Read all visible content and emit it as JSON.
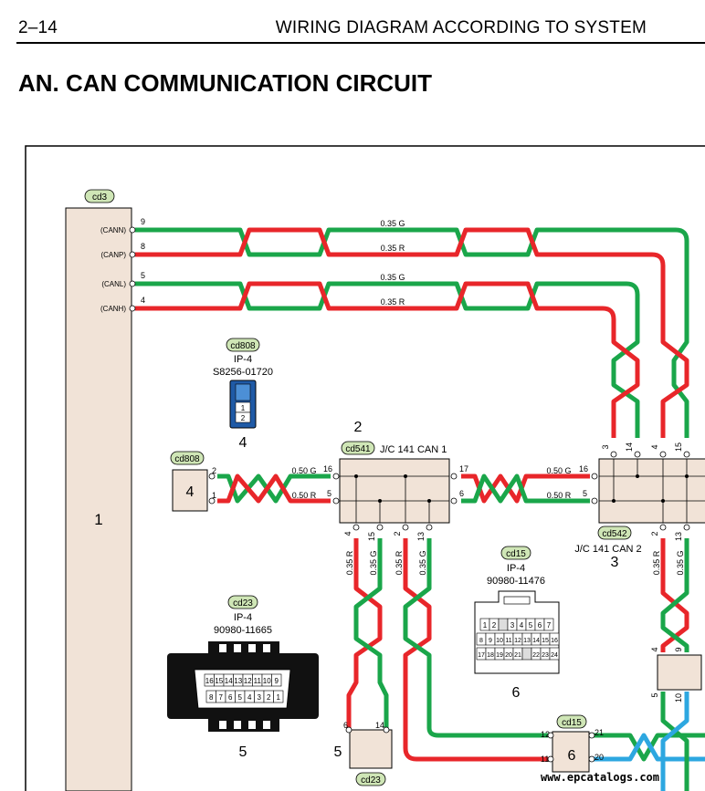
{
  "header": {
    "page_number": "2–14",
    "running_title": "WIRING DIAGRAM ACCORDING TO SYSTEM",
    "section_title": "AN. CAN COMMUNICATION CIRCUIT"
  },
  "colors": {
    "green": "#1aa64a",
    "red": "#e8262a",
    "blue": "#2da7e0",
    "box_fill": "#f1e3d7",
    "tag_fill": "#cfe6b6"
  },
  "components": {
    "c1": {
      "tag": "cd3",
      "number": "1",
      "pins": [
        {
          "name": "(CANN)",
          "pin": "9"
        },
        {
          "name": "(CANP)",
          "pin": "8"
        },
        {
          "name": "(CANL)",
          "pin": "5"
        },
        {
          "name": "(CANH)",
          "pin": "4"
        }
      ]
    },
    "c808": {
      "tag": "cd808",
      "loc": "IP-4",
      "part": "S8256-01720",
      "number": "4",
      "cells": [
        "1",
        "2"
      ]
    },
    "c4": {
      "tag": "cd808",
      "number": "4",
      "pin_top": "2",
      "pin_bottom": "1"
    },
    "c2": {
      "number": "2",
      "tag": "cd541",
      "name": "J/C 141 CAN 1",
      "pins_left": [
        "16",
        "5"
      ],
      "pins_right": [
        "17",
        "6"
      ],
      "pins_bottom": [
        "4",
        "15",
        "2",
        "13"
      ]
    },
    "c3": {
      "tag": "cd542",
      "name": "J/C 141 CAN 2",
      "number": "3",
      "pins_left": [
        "16",
        "5"
      ],
      "pins_top": [
        "3",
        "14",
        "4",
        "15"
      ],
      "pins_bottom": [
        "2",
        "13"
      ]
    },
    "c15": {
      "tag": "cd15",
      "loc": "IP-4",
      "part": "90980-11476",
      "number": "6",
      "row1": [
        "1",
        "2",
        "",
        "3",
        "4",
        "5",
        "6",
        "7"
      ],
      "row2": [
        "8",
        "9",
        "10",
        "11",
        "12",
        "13",
        "14",
        "15",
        "16"
      ],
      "row3": [
        "17",
        "18",
        "19",
        "20",
        "21",
        "",
        "22",
        "23",
        "24"
      ]
    },
    "c23": {
      "tag": "cd23",
      "loc": "IP-4",
      "part": "90980-11665",
      "number": "5",
      "row1": [
        "16",
        "15",
        "14",
        "13",
        "12",
        "11",
        "10",
        "9"
      ],
      "row2": [
        "8",
        "7",
        "6",
        "5",
        "4",
        "3",
        "2",
        "1"
      ]
    },
    "c5": {
      "number": "5",
      "tag": "cd23",
      "pin_left": "6",
      "pin_right": "14"
    },
    "c6": {
      "tag": "cd15",
      "number": "6",
      "pin_tl": "12",
      "pin_bl": "11",
      "pin_tr": "21",
      "pin_br": "20"
    },
    "cR": {
      "pins_top": [
        "4",
        "9"
      ],
      "pins_bottom": [
        "5",
        "10"
      ]
    }
  },
  "wires": {
    "w1": "0.35 G",
    "w2": "0.35 R",
    "w3": "0.35 G",
    "w4": "0.35 R",
    "w808g": "0.50 G",
    "w808r": "0.50 R",
    "w23g": "0.50 G",
    "w23r": "0.50 R",
    "v1": "0.35 R",
    "v2": "0.35 G",
    "v3": "0.35 R",
    "v4": "0.35 G",
    "v5": "0.35 R",
    "v6": "0.35 G"
  },
  "watermark": "www.epcatalogs.com"
}
